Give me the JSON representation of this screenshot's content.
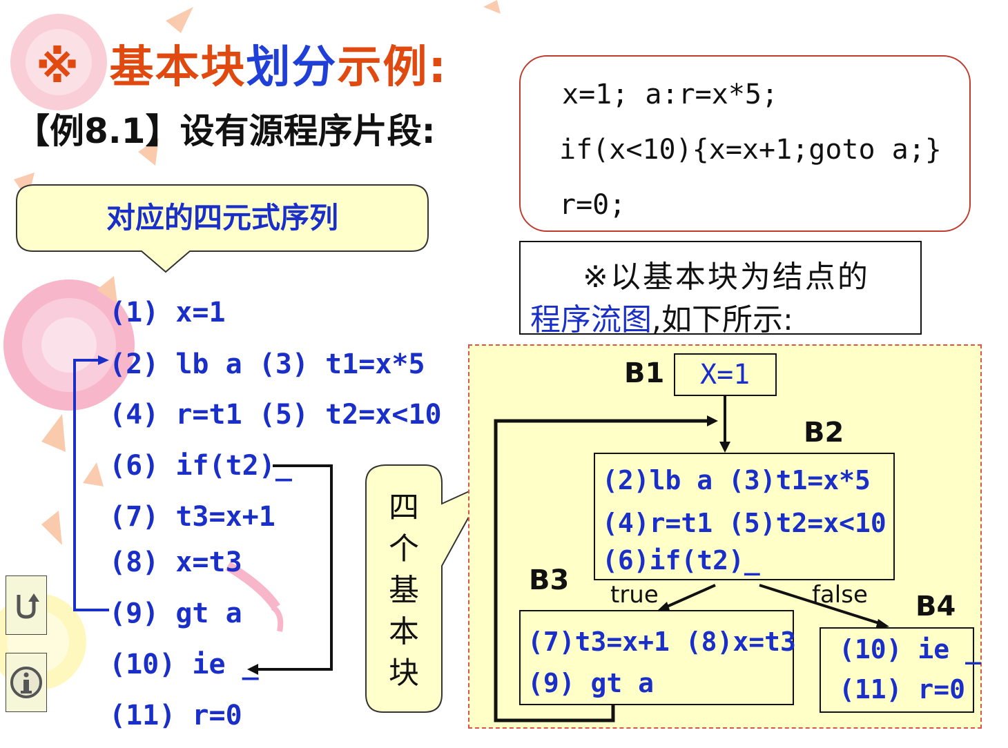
{
  "title": {
    "mark": "※",
    "part1": "基本块",
    "part2": "划分",
    "part3": "示例:"
  },
  "example": "【例8.1】设有源程序片段:",
  "source_code": [
    "x=1; a:r=x*5;",
    "if(x<10){x=x+1;goto a;}",
    "r=0;"
  ],
  "callout": "对应的四元式序列",
  "note": {
    "line1": "※以基本块为结点的",
    "line2_blue": "程序流图",
    "line2_rest": ",如下所示:"
  },
  "quads": [
    "(1) x=1",
    "(2) lb a  (3) t1=x*5",
    "(4) r=t1  (5) t2=x<10",
    "(6) if(t2)_",
    "(7) t3=x+1",
    "(8) x=t3",
    "(9) gt a",
    "(10) ie _",
    "(11) r=0"
  ],
  "four_blocks": [
    "四",
    "个",
    "基",
    "本",
    "块"
  ],
  "flow": {
    "b1": {
      "label": "B1",
      "lines": [
        "X=1"
      ]
    },
    "b2": {
      "label": "B2",
      "lines": [
        "(2)lb a  (3)t1=x*5",
        "(4)r=t1  (5)t2=x<10",
        "(6)if(t2)_"
      ]
    },
    "b3": {
      "label": "B3",
      "lines": [
        "(7)t3=x+1 (8)x=t3",
        "(9) gt a"
      ]
    },
    "b4": {
      "label": "B4",
      "lines": [
        "(10) ie _",
        "(11) r=0"
      ]
    },
    "edge_true": "true",
    "edge_false": "false"
  },
  "nav": [
    "return-icon",
    "info-icon"
  ],
  "colors": {
    "title_orange": "#e04a10",
    "title_blue": "#1f3fd6",
    "quad_blue": "#1a2fc8",
    "flow_bg": "#ffffc8",
    "callout_bg": "#ffffcc",
    "code_border": "#c0392b"
  }
}
